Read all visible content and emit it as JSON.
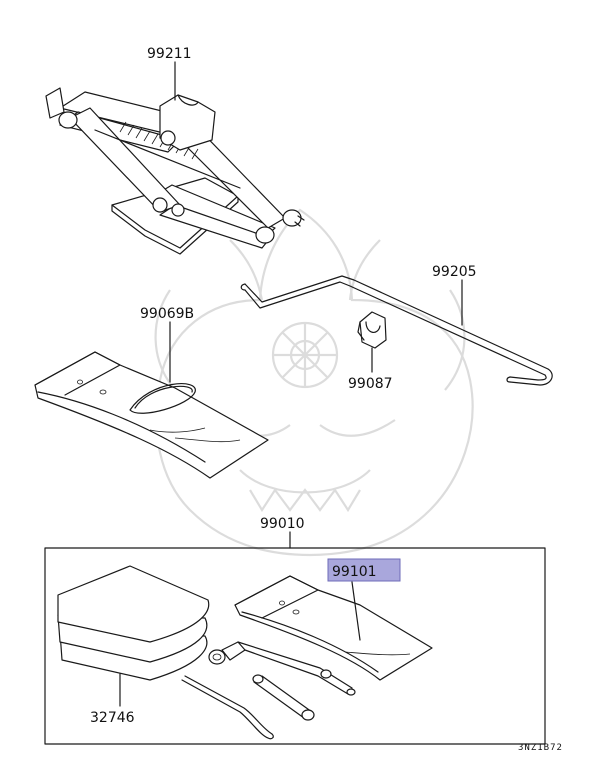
{
  "parts": {
    "jack": "99211",
    "handle": "99205",
    "clip": "99087",
    "jack_bag": "99069B",
    "tool_set": "99010",
    "tool_bag": "99101",
    "tool_cover": "32746"
  },
  "drawing_code": "3NZ1B72",
  "colors": {
    "highlight_fill": "#a9a7dc",
    "highlight_border": "#6e6bb8",
    "line": "#1a1a1a",
    "watermark": "#d9d9d9"
  }
}
